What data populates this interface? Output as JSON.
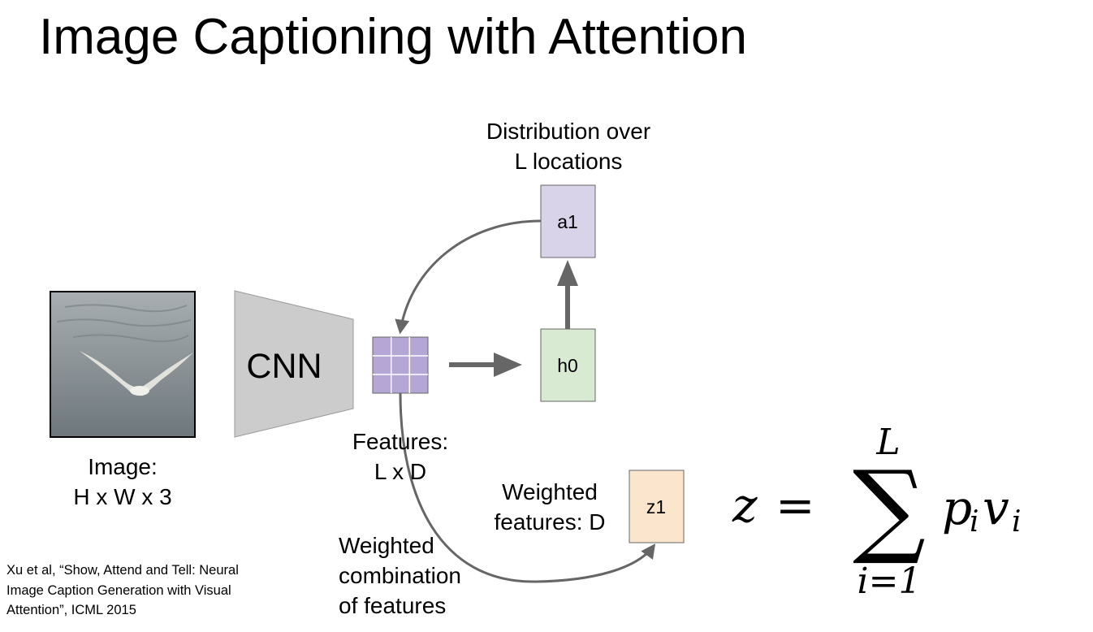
{
  "title": "Image Captioning with Attention",
  "image": {
    "label_line1": "Image:",
    "label_line2": "H x W x 3"
  },
  "cnn": {
    "label": "CNN"
  },
  "features": {
    "label_line1": "Features:",
    "label_line2": "L x D"
  },
  "h0": {
    "label": "h0"
  },
  "a1": {
    "label": "a1"
  },
  "z1": {
    "label": "z1"
  },
  "distribution": {
    "line1": "Distribution over",
    "line2": "L locations"
  },
  "weighted_features": {
    "line1": "Weighted",
    "line2": "features: D"
  },
  "weighted_combination": {
    "line1": "Weighted",
    "line2": "combination",
    "line3": "of features"
  },
  "equation": {
    "lhs": "z",
    "equals": "=",
    "upper": "L",
    "lower": "i=1",
    "sigma": "∑",
    "p": "p",
    "v": "v",
    "sub": "i"
  },
  "citation": {
    "line1": "Xu et al, “Show, Attend and Tell: Neural",
    "line2": "Image Caption Generation with Visual",
    "line3": "Attention”, ICML 2015"
  },
  "colors": {
    "a1_fill": "#d9d3e9",
    "h0_fill": "#d9ead3",
    "z1_fill": "#fce5cd",
    "grid_fill": "#b4a7d6",
    "cnn_fill": "#cccccc",
    "arrow": "#666666"
  }
}
